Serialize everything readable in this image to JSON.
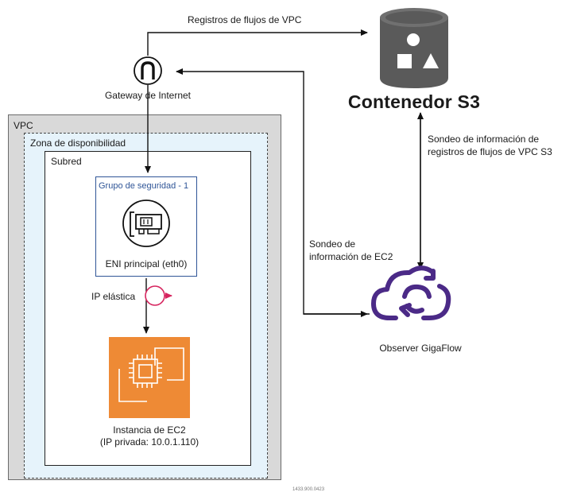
{
  "top_arrow_label": "Registros de flujos de VPC",
  "gateway_label": "Gateway de Internet",
  "s3_title": "Contenedor S3",
  "s3_poll_line1": "Sondeo de información de",
  "s3_poll_line2": "registros de flujos de VPC S3",
  "ec2_poll_line1": "Sondeo de",
  "ec2_poll_line2": "información de EC2",
  "observer_label": "Observer GigaFlow",
  "vpc_label": "VPC",
  "az_label": "Zona de disponibilidad",
  "subnet_label": "Subred",
  "sg_label": "Grupo de seguridad - 1",
  "eni_label": "ENI principal (eth0)",
  "eip_label": "IP elástica",
  "ec2_line1": "Instancia de EC2",
  "ec2_line2": "(IP privada: 10.0.1.110)",
  "figure_id": "1433.900.0423",
  "colors": {
    "sg_border": "#2f5597",
    "ec2_fill": "#ee8a35",
    "eip": "#d6245e",
    "observer": "#4b2a87",
    "s3_bucket": "#5a5a5a"
  }
}
